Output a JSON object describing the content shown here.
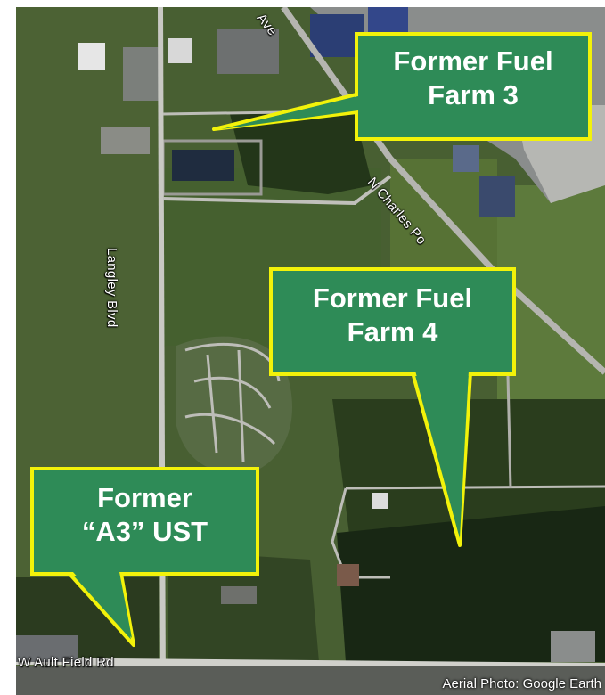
{
  "roads": {
    "langley": "Langley Blvd",
    "charles": "N Charles Po",
    "ave": "Ave",
    "ault": "W Ault Field Rd"
  },
  "callouts": {
    "farm3": {
      "line1": "Former Fuel",
      "line2": "Farm 3"
    },
    "farm4": {
      "line1": "Former Fuel",
      "line2": "Farm 4"
    },
    "a3": {
      "line1": "Former",
      "line2": "“A3” UST"
    }
  },
  "credit": "Aerial Photo: Google Earth",
  "colors": {
    "callout_fill": "#2e8b57",
    "callout_border": "#f2f20a",
    "vegetation": "#3f5a2c",
    "forest": "#1d2e15",
    "road": "#c9c9c4"
  }
}
